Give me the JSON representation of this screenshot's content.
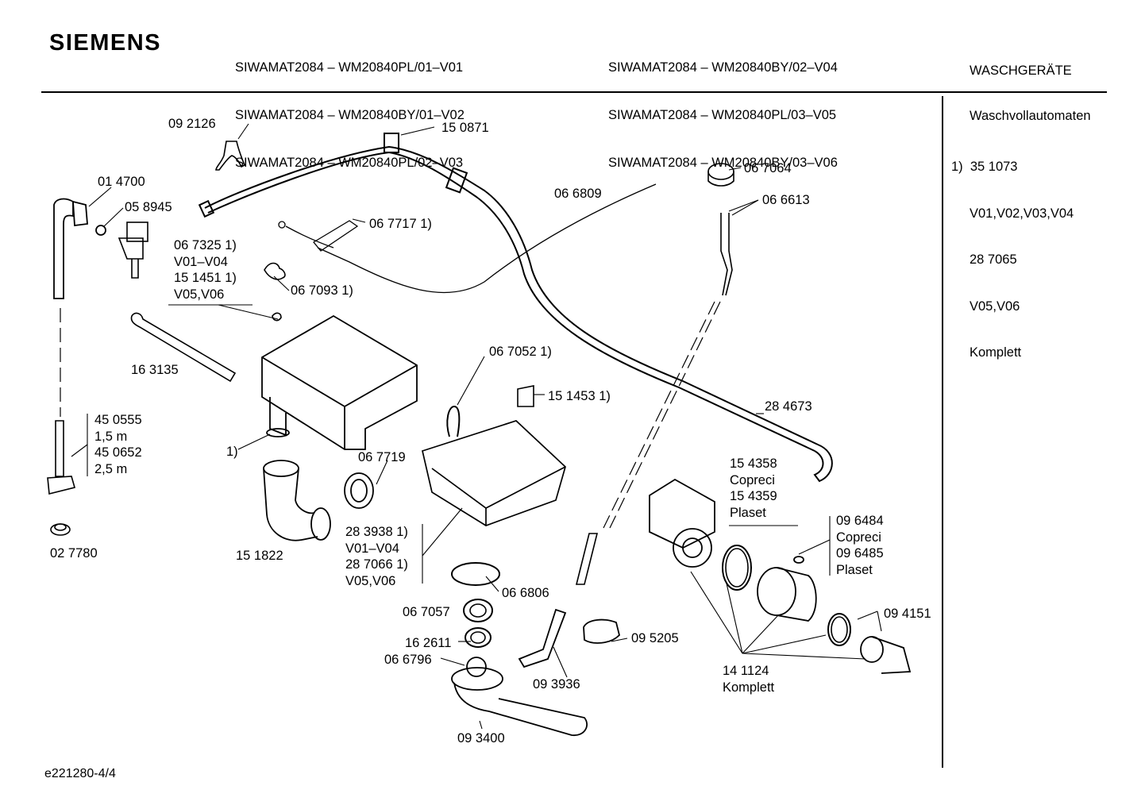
{
  "header": {
    "brand": "SIEMENS",
    "models_col1": [
      "SIWAMAT2084 – WM20840PL/01–V01",
      "SIWAMAT2084 – WM20840BY/01–V02",
      "SIWAMAT2084 – WM20840PL/02–V03"
    ],
    "models_col2": [
      "SIWAMAT2084 – WM20840BY/02–V04",
      "SIWAMAT2084 – WM20840PL/03–V05",
      "SIWAMAT2084 – WM20840BY/03–V06"
    ],
    "category": [
      "WASCHGERÄTE",
      "Waschvollautomaten"
    ]
  },
  "note": [
    "1)  35 1073",
    "V01,V02,V03,V04",
    "28 7065",
    "V05,V06",
    "Komplett"
  ],
  "parts": [
    {
      "id": "p092126",
      "text": "09 2126"
    },
    {
      "id": "p150871",
      "text": "15 0871"
    },
    {
      "id": "p014700",
      "text": "01 4700"
    },
    {
      "id": "p058945",
      "text": "05 8945"
    },
    {
      "id": "p066809",
      "text": "06 6809"
    },
    {
      "id": "p067064",
      "text": "06 7064"
    },
    {
      "id": "p066613",
      "text": "06 6613"
    },
    {
      "id": "p067717",
      "text": "06 7717 1)"
    },
    {
      "id": "p067325",
      "text": "06 7325 1)\nV01–V04\n15 1451 1)\nV05,V06"
    },
    {
      "id": "p067093",
      "text": "06 7093 1)"
    },
    {
      "id": "p163135",
      "text": "16 3135"
    },
    {
      "id": "p067052",
      "text": "06 7052 1)"
    },
    {
      "id": "p151453",
      "text": "15 1453 1)"
    },
    {
      "id": "p284673",
      "text": "28 4673"
    },
    {
      "id": "p450555",
      "text": "45 0555\n1,5 m\n45 0652\n2,5 m"
    },
    {
      "id": "p1",
      "text": "1)"
    },
    {
      "id": "p067719",
      "text": "06 7719"
    },
    {
      "id": "p154358",
      "text": "15 4358\nCopreci\n15 4359\nPlaset"
    },
    {
      "id": "p027780",
      "text": "02 7780"
    },
    {
      "id": "p151822",
      "text": "15 1822"
    },
    {
      "id": "p283938",
      "text": "28 3938 1)\nV01–V04\n28 7066 1)\nV05,V06"
    },
    {
      "id": "p096484",
      "text": "09 6484\nCopreci\n09 6485\nPlaset"
    },
    {
      "id": "p066806",
      "text": "06 6806"
    },
    {
      "id": "p067057",
      "text": "06 7057"
    },
    {
      "id": "p094151",
      "text": "09 4151"
    },
    {
      "id": "p095205",
      "text": "09 5205"
    },
    {
      "id": "p162611",
      "text": "16 2611"
    },
    {
      "id": "p066796",
      "text": "06 6796"
    },
    {
      "id": "p093936",
      "text": "09 3936"
    },
    {
      "id": "p141124",
      "text": "14 1124\nKomplett"
    },
    {
      "id": "p093400",
      "text": "09 3400"
    }
  ],
  "footer": "e221280-4/4"
}
